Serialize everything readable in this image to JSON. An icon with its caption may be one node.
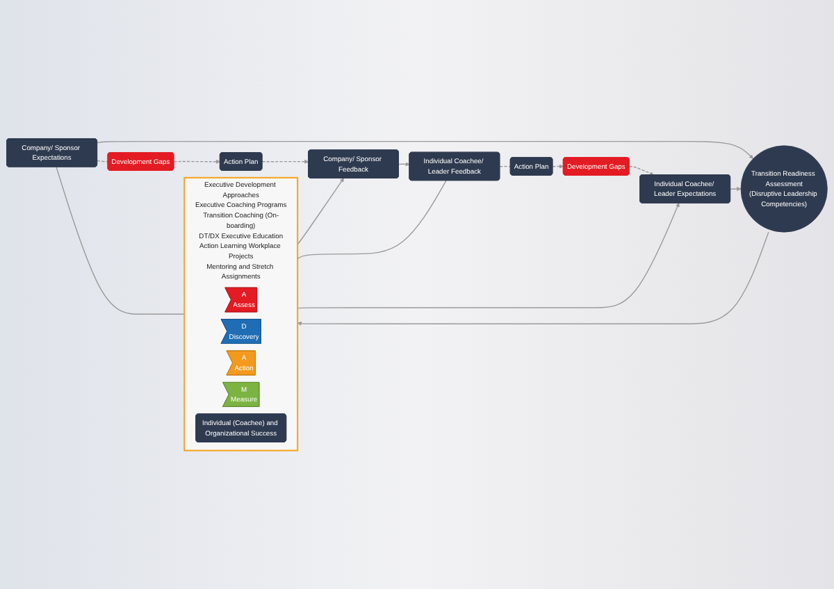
{
  "diagram": {
    "nodes": [
      {
        "text": [
          "Company/ Sponsor Expectations"
        ]
      },
      {
        "text": [
          "Development Gaps"
        ]
      },
      {
        "text": [
          "Action Plan"
        ]
      },
      {
        "text": [
          "Company/ Sponsor Feedback"
        ]
      },
      {
        "text": [
          "Transition Readiness Assessment",
          "(Disruptive Leadership Competencies)"
        ]
      },
      {
        "text": [
          "Executive Development Approaches",
          "Executive Coaching Programs",
          "Transition Coaching (On-boarding)",
          "DT/DX Executive Education",
          "Action Learning Workplace Projects",
          "Mentoring and Stretch Assignments"
        ]
      },
      {
        "text": [
          "A",
          "Assess"
        ],
        "in": 5
      },
      {
        "text": [
          "D",
          "Discovery"
        ],
        "in": 5
      },
      {
        "text": [
          "A",
          "Action"
        ],
        "in": 5
      },
      {
        "text": [
          "M",
          "Measure"
        ],
        "in": 5
      },
      {
        "text": [
          "Individual (Coachee) and Organizational Success"
        ],
        "in": 5
      },
      {
        "text": [
          "Individual Coachee/ Leader Expectations"
        ]
      },
      {
        "text": [
          "Development Gaps"
        ]
      },
      {
        "text": [
          "Action Plan"
        ]
      },
      {
        "text": [
          "Individual Coachee/ Leader Feedback"
        ]
      }
    ],
    "edges": [
      {
        "from": 0,
        "to": 1,
        "arrow": "none",
        "style": "dashed"
      },
      {
        "from": 1,
        "to": 2,
        "arrow": "to",
        "style": "dashed"
      },
      {
        "from": 2,
        "to": 3,
        "arrow": "to",
        "style": "dashed"
      },
      {
        "from": 0,
        "to": 5,
        "arrow": "none"
      },
      {
        "from": 5,
        "to": 3,
        "arrow": "to"
      },
      {
        "from": 0,
        "to": 4,
        "arrow": "to"
      },
      {
        "from": 11,
        "to": 4,
        "arrow": "to"
      },
      {
        "from": 4,
        "to": 5,
        "arrow": "to"
      },
      {
        "from": 3,
        "to": 14,
        "arrow": "to"
      },
      {
        "from": 14,
        "to": 13,
        "arrow": "none",
        "style": "dashed"
      },
      {
        "from": 13,
        "to": 12,
        "arrow": "to",
        "style": "dashed"
      },
      {
        "from": 12,
        "to": 11,
        "arrow": "to",
        "style": "dashed"
      },
      {
        "from": 5,
        "to": 11,
        "arrow": "to"
      },
      {
        "from": 14,
        "to": 5,
        "arrow": "none"
      }
    ]
  }
}
